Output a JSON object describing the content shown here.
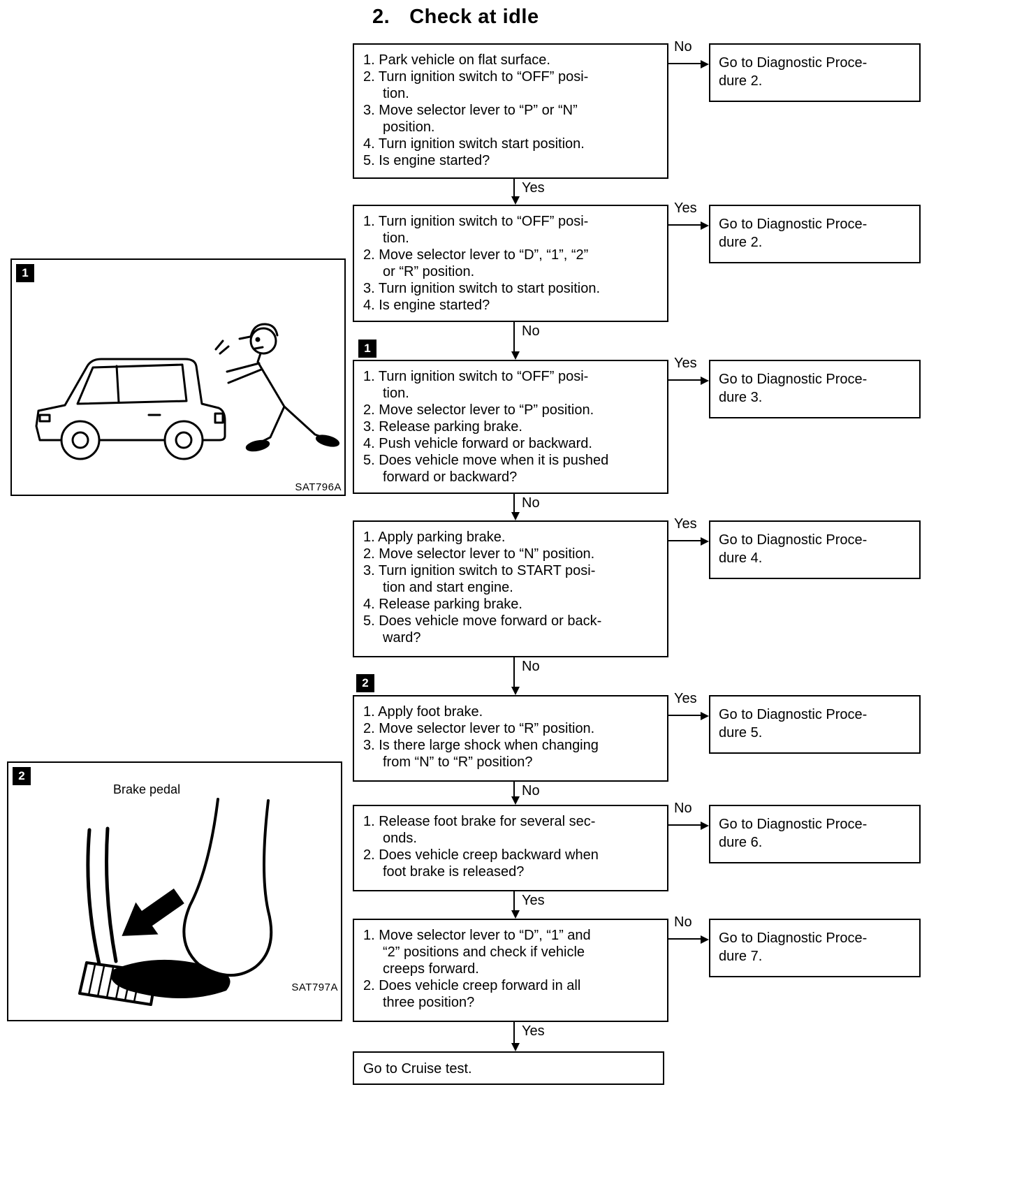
{
  "title": {
    "number": "2.",
    "text": "Check at idle"
  },
  "flow": {
    "steps": [
      {
        "lines": [
          "1. Park vehicle on flat surface.",
          "2. Turn ignition switch to “OFF” posi-\ntion.",
          "3. Move selector lever to “P” or “N”\nposition.",
          "4. Turn ignition switch start position.",
          "5. Is engine started?"
        ],
        "side_label": "No",
        "side_target": "Go to Diagnostic Proce-\ndure 2.",
        "down_label": "Yes"
      },
      {
        "lines": [
          "1. Turn ignition switch to “OFF” posi-\ntion.",
          "2. Move selector lever to “D”, “1”, “2”\nor “R” position.",
          "3. Turn ignition switch to start position.",
          "4. Is engine started?"
        ],
        "side_label": "Yes",
        "side_target": "Go to Diagnostic Proce-\ndure 2.",
        "down_label": "No"
      },
      {
        "lines": [
          "1. Turn ignition switch to “OFF” posi-\ntion.",
          "2. Move selector lever to “P” position.",
          "3. Release parking brake.",
          "4. Push vehicle forward or backward.",
          "5. Does vehicle move when it is pushed\nforward or backward?"
        ],
        "side_label": "Yes",
        "side_target": "Go to Diagnostic Proce-\ndure 3.",
        "down_label": "No"
      },
      {
        "lines": [
          "1. Apply parking brake.",
          "2. Move selector lever to “N” position.",
          "3. Turn ignition switch to START posi-\ntion and start engine.",
          "4. Release parking brake.",
          "5. Does vehicle move forward or back-\nward?"
        ],
        "side_label": "Yes",
        "side_target": "Go to Diagnostic Proce-\ndure 4.",
        "down_label": "No"
      },
      {
        "lines": [
          "1. Apply foot brake.",
          "2. Move selector lever to “R” position.",
          "3. Is there large shock when changing\nfrom “N” to “R” position?"
        ],
        "side_label": "Yes",
        "side_target": "Go to Diagnostic Proce-\ndure 5.",
        "down_label": "No"
      },
      {
        "lines": [
          "1. Release foot brake for several sec-\nonds.",
          "2. Does vehicle creep backward when\nfoot brake is released?"
        ],
        "side_label": "No",
        "side_target": "Go to Diagnostic Proce-\ndure 6.",
        "down_label": "Yes"
      },
      {
        "lines": [
          "1. Move selector lever to “D”, “1” and\n“2” positions and check if vehicle\ncreeps forward.",
          "2. Does vehicle creep forward in all\nthree position?"
        ],
        "side_label": "No",
        "side_target": "Go to Diagnostic Proce-\ndure 7.",
        "down_label": "Yes"
      }
    ],
    "terminal": "Go to Cruise test."
  },
  "figures": [
    {
      "marker": "1",
      "caption": "SAT796A"
    },
    {
      "marker": "2",
      "caption": "SAT797A",
      "label": "Brake pedal"
    }
  ]
}
